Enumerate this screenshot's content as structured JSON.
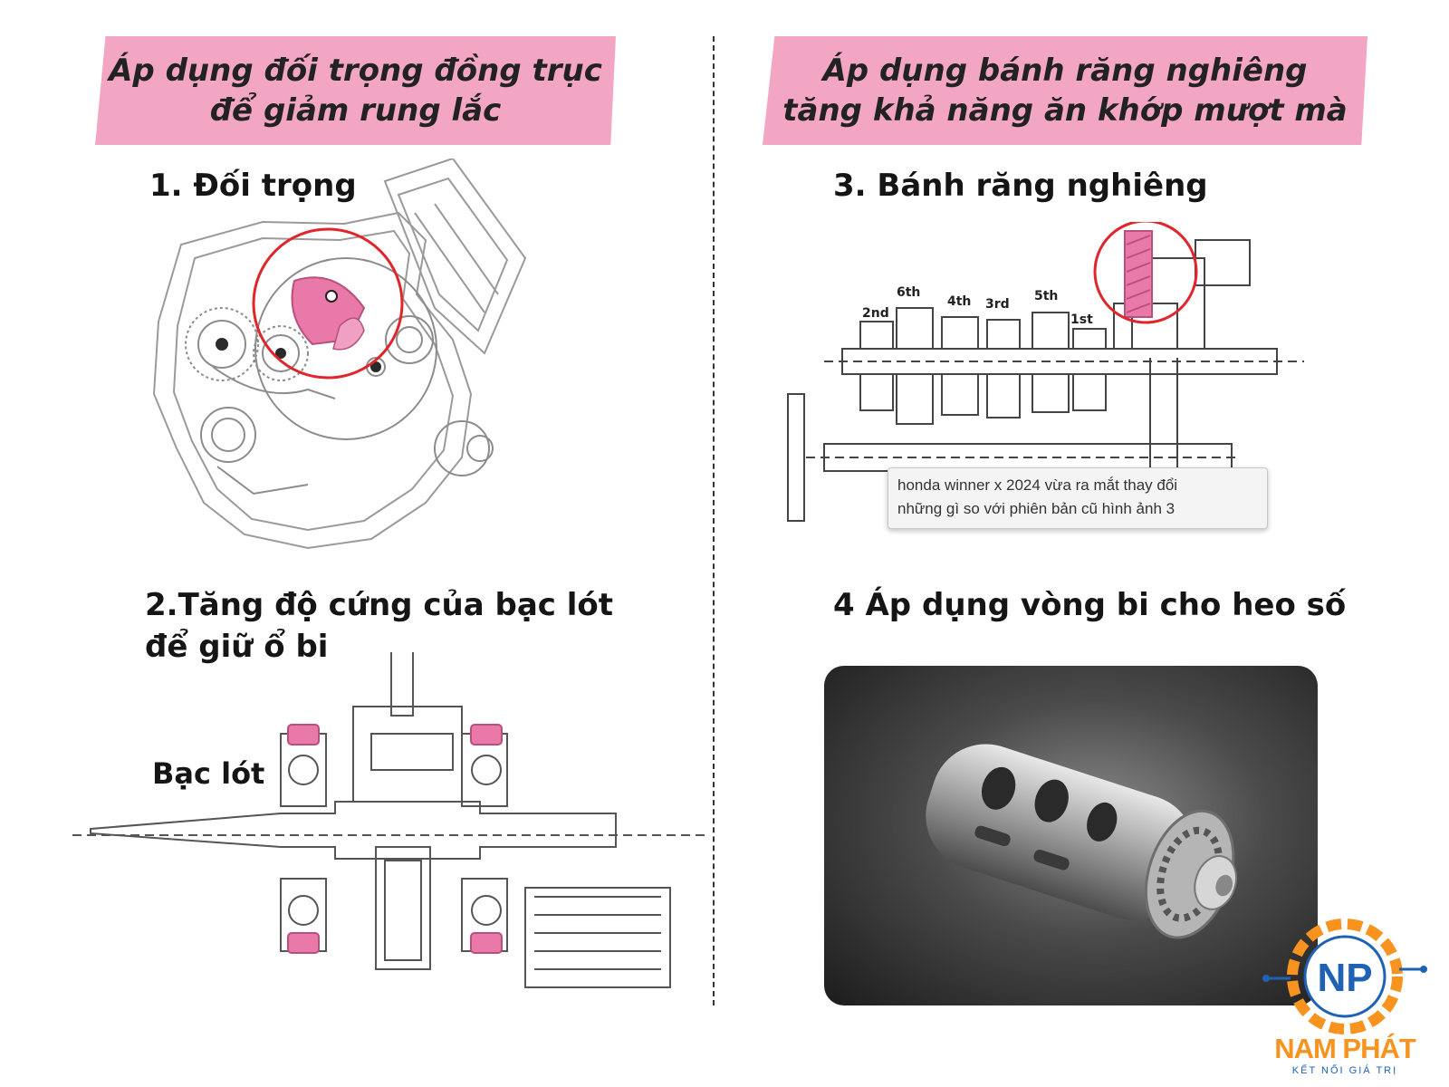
{
  "banners": {
    "left": {
      "line1": "Áp dụng đối trọng đồng trục",
      "line2": "để giảm rung lắc"
    },
    "right": {
      "line1": "Áp dụng bánh răng nghiêng",
      "line2": "tăng khả năng ăn khớp mượt mà"
    }
  },
  "sections": {
    "s1": {
      "title": "1. Đối trọng"
    },
    "s2": {
      "line1": "2.Tăng độ cứng của bạc lót",
      "line2": "để giữ ổ bi",
      "label": "Bạc lót"
    },
    "s3": {
      "title": "3. Bánh răng nghiêng",
      "gear_labels": [
        "2nd",
        "6th",
        "4th",
        "3rd",
        "5th",
        "1st"
      ]
    },
    "s4": {
      "title": "4 Áp dụng vòng bi cho heo số"
    }
  },
  "tooltip": {
    "line1": "honda winner x 2024 vừa ra mắt thay đổi",
    "line2": "những gì so với phiên bản cũ hình ảnh 3"
  },
  "logo": {
    "initials": "NP",
    "name": "NAM PHÁT",
    "tagline": "KẾT NỐI GIÁ TRỊ"
  },
  "colors": {
    "banner": "#f2a6c4",
    "highlight": "#e979a8",
    "circle": "#e0252b",
    "logo_orange": "#f7931e",
    "logo_blue": "#1f62b5"
  }
}
